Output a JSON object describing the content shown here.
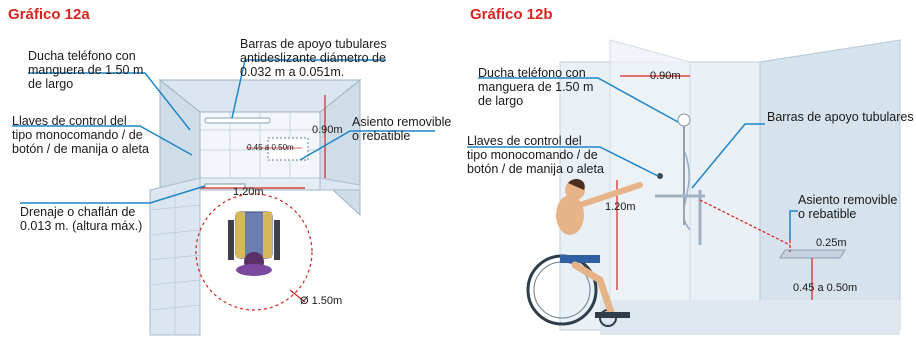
{
  "left": {
    "title": "Gráfico 12a",
    "labels": {
      "shower": "Ducha teléfono con\nmanguera de 1.50 m\nde largo",
      "bars": "Barras de apoyo tubulares\nantideslizante diámetro de\n0.032 m a 0.051m.",
      "seat": "Asiento removible\no rebatible",
      "controls": "Llaves de control del\ntipo monocomando / de\nbotón / de manija o aleta",
      "drain": "Drenaje o chaflán de\n0.013 m. (altura máx.)"
    },
    "dims": {
      "height": "0.90m",
      "seat_size": "0.45 a 0.50m",
      "width": "1.20m",
      "turn": "Ø 1.50m"
    }
  },
  "right": {
    "title": "Gráfico 12b",
    "labels": {
      "shower": "Ducha teléfono con\nmanguera de 1.50 m\nde largo",
      "bars": "Barras de apoyo tubulares",
      "seat": "Asiento removible\no rebatible",
      "controls": "Llaves de control del\ntipo monocomando / de\nbotón / de manija o aleta"
    },
    "dims": {
      "top": "0.90m",
      "height": "1.20m",
      "seat_depth": "0.25m",
      "seat_height": "0.45 a 0.50m"
    }
  },
  "colors": {
    "title": "#d9231f",
    "leader": "#1f86c8",
    "dimension": "#d9231f",
    "wall": "#c9d9e8",
    "floor": "#dfe8f1"
  }
}
